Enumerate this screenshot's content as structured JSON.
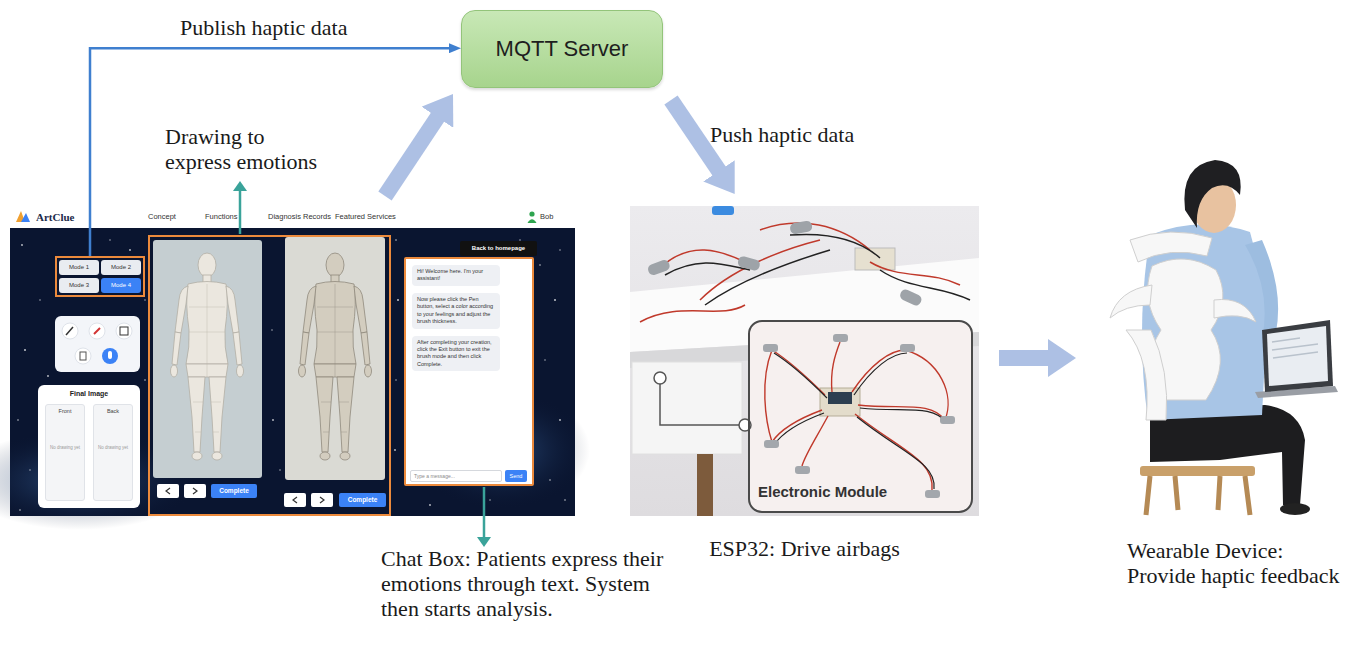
{
  "diagram": {
    "nodes": [
      {
        "text": [
          "MQTT Server"
        ]
      },
      {
        "text": [
          "ArtClue",
          "Concept",
          "Functions",
          "Diagnosis Records",
          "Featured Services",
          "Bob",
          "Back to homepage"
        ]
      },
      {
        "text": [
          "Mode 1",
          "Mode 2",
          "Mode 3",
          "Mode 4"
        ],
        "in": 1
      },
      {
        "text": [
          "Final Image"
        ],
        "in": 1
      },
      {
        "text": [
          "Front",
          "No drawing yet"
        ],
        "in": 3
      },
      {
        "text": [
          "Back",
          "No drawing yet"
        ],
        "in": 3
      },
      {
        "text": [
          "Complete",
          "Complete"
        ],
        "in": 1
      },
      {
        "text": [
          "Hi! Welcome here. I'm your assistant!",
          "Now please click the Pen button, select a color according to your feelings and adjust the brush thickness.",
          "After completing your creation, click the Exit button to exit the brush mode and then click Complete.",
          "Type a message...",
          "Send"
        ],
        "in": 1
      },
      {
        "text": [
          "ESP32: Drive airbags"
        ]
      },
      {
        "text": [
          "Electronic Module"
        ],
        "in": 8
      },
      {
        "text": [
          "Wearable Device: Provide haptic feedback"
        ]
      }
    ],
    "edges": [
      {
        "from": 2,
        "to": 0,
        "label": "Publish haptic data",
        "arrow": "to"
      },
      {
        "from": 1,
        "to": 0,
        "arrow": "to"
      },
      {
        "from": 0,
        "to": 8,
        "label": "Push haptic data",
        "arrow": "to"
      },
      {
        "from": 8,
        "to": 10,
        "arrow": "to"
      }
    ],
    "labels": [
      "Drawing to express emotions",
      "Chat Box: Patients express their emotions through text. System then starts analysis."
    ]
  }
}
